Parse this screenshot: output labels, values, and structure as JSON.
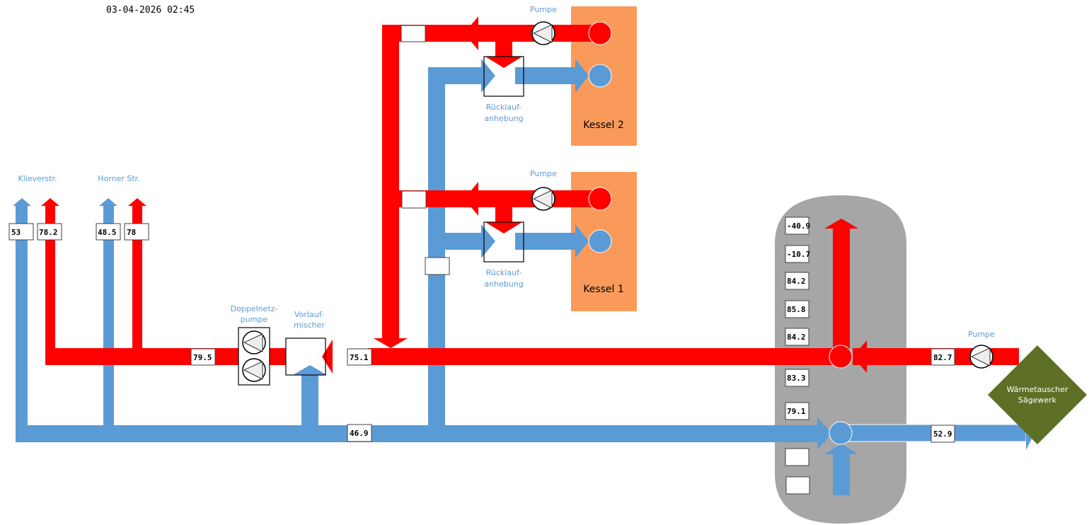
{
  "timestamp": "03-04-2026 02:45",
  "colors": {
    "hot": "#ff0000",
    "cold": "#5b9bd5",
    "boiler": "#fa9a5a",
    "tank": "#a6a6a6",
    "hx": "#5e7026"
  },
  "consumers": [
    {
      "name": "Klieverstr.",
      "return_value": "53",
      "supply_value": "78.2"
    },
    {
      "name": "Horner Str.",
      "return_value": "48.5",
      "supply_value": "78"
    }
  ],
  "network": {
    "supply_before_pump": "79.5",
    "supply_after_mixer": "75.1",
    "return_main": "46.9",
    "double_pump_label": "Doppelnetz-\npumpe",
    "double_pump_label_1": "Doppelnetz-",
    "double_pump_label_2": "pumpe",
    "mixer_label_1": "Vorlauf-",
    "mixer_label_2": "mischer"
  },
  "boilers": [
    {
      "name": "Kessel 2",
      "pump_label": "Pumpe",
      "rl_label_1": "Rücklauf-",
      "rl_label_2": "anhebung",
      "supply_value": ""
    },
    {
      "name": "Kessel 1",
      "pump_label": "Pumpe",
      "rl_label_1": "Rücklauf-",
      "rl_label_2": "anhebung",
      "supply_value": "",
      "return_value": ""
    }
  ],
  "tank": {
    "sensors": [
      "-40.9",
      "-10.7",
      "84.2",
      "85.8",
      "84.2",
      "83.3",
      "79.1",
      "",
      ""
    ]
  },
  "sawmill": {
    "label_1": "Wärmetauscher",
    "label_2": "Sägewerk",
    "pump_label": "Pumpe",
    "supply_value": "82.7",
    "return_value": "52.9"
  }
}
